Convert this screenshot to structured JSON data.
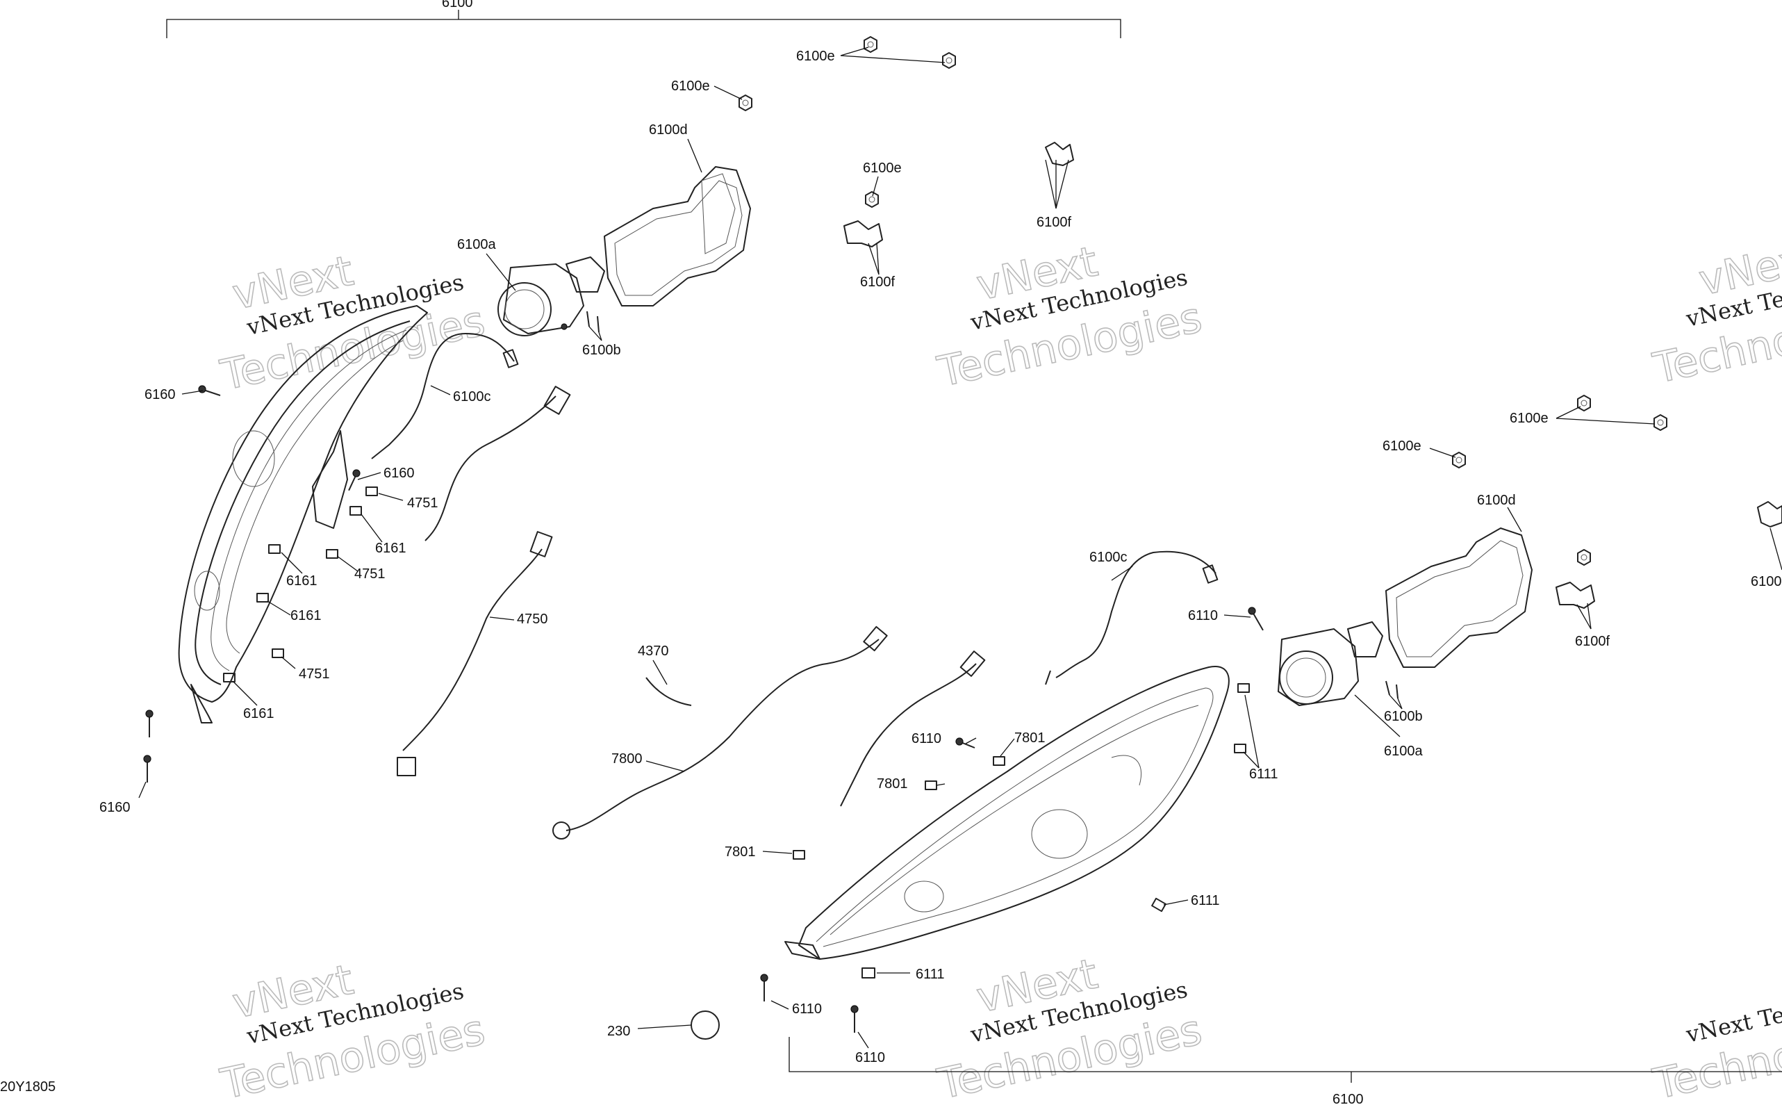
{
  "diagram_code": "20Y1805",
  "watermark": {
    "line1": "vNext Technologies",
    "line2": "vNext",
    "line3": "Technologies"
  },
  "labels": {
    "top_bracket": "6100",
    "bottom_bracket": "6100",
    "l_6100e_1": "6100e",
    "l_6100e_2": "6100e",
    "l_6100d": "6100d",
    "l_6100e_3": "6100e",
    "l_6100f_1": "6100f",
    "l_6100f_2": "6100f",
    "l_6100a": "6100a",
    "l_6100b": "6100b",
    "l_6160_1": "6160",
    "l_6100c_1": "6100c",
    "l_6160_2": "6160",
    "l_4751_1": "4751",
    "l_6161_1": "6161",
    "l_6161_2": "6161",
    "l_4751_2": "4751",
    "l_6161_3": "6161",
    "l_4751_3": "4751",
    "l_6161_4": "6161",
    "l_4750": "4750",
    "l_6160_3": "6160",
    "l_4370": "4370",
    "l_7800": "7800",
    "l_6100e_r1": "6100e",
    "l_6100e_r2": "6100e",
    "l_6100d_r": "6100d",
    "l_6100c_r": "6100c",
    "l_6110_1": "6110",
    "l_6100f_r": "6100f",
    "l_6100f_r2": "6100",
    "l_6100b_r": "6100b",
    "l_6100a_r": "6100a",
    "l_6110_2": "6110",
    "l_7801_1": "7801",
    "l_7801_2": "7801",
    "l_6111_1": "6111",
    "l_7801_3": "7801",
    "l_6111_2": "6111",
    "l_6111_3": "6111",
    "l_6110_3": "6110",
    "l_230": "230",
    "l_6110_4": "6110"
  }
}
